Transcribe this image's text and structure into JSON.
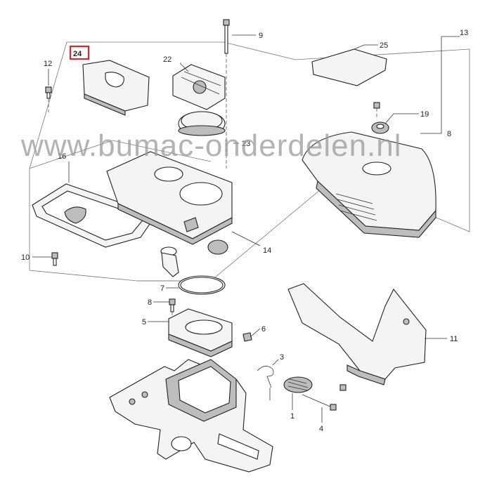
{
  "watermark": "www.bumac-onderdelen.nl",
  "highlight_label": "24",
  "highlight_color": "#e0252e",
  "callouts": {
    "c1": "1",
    "c3": "3",
    "c4": "4",
    "c5": "5",
    "c6": "6",
    "c7": "7",
    "c8a": "8",
    "c8b": "8",
    "c9": "9",
    "c10": "10",
    "c11": "11",
    "c12": "12",
    "c13": "13",
    "c14": "14",
    "c16": "16",
    "c19": "19",
    "c22": "22",
    "c23": "23",
    "c25": "25"
  }
}
